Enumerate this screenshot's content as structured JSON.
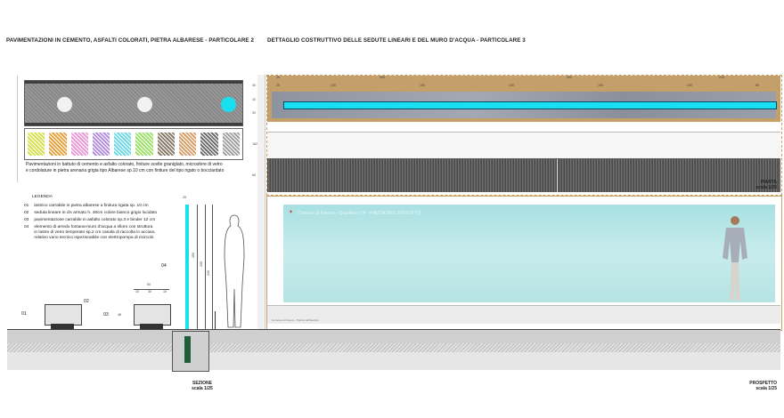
{
  "titles": {
    "left": "PAVIMENTAZIONI IN CEMENTO, ASFALTI  COLORATI, PIETRA ALBARESE - PARTICOLARE  2",
    "right": "DETTAGLIO COSTRUTTIVO DELLE SEDUTE LINEARI E DEL MURO D'ACQUA  -  PARTICOLARE  3"
  },
  "colors": {
    "cyan": "#19e0f0",
    "swatches": [
      "#d7e04e",
      "#e6a23f",
      "#ea9ad7",
      "#b38fe0",
      "#6fd9e6",
      "#9fe06a",
      "#8a7a6a",
      "#d7a06a",
      "#6e6e6e",
      "#a0a0a0"
    ]
  },
  "description": "Pavimentazioni in battuto di cemento e asfalto colorato, finiture scelte graniglato, microsfere di vetro\ne cordolature in pietra arenaria grigia tipo Albarese sp.10 cm con finiture del tipo rigato o bocciardato",
  "legend": {
    "title": "LEGENDA",
    "items": [
      {
        "num": "01",
        "text": "lastrico carrabile in pietra albarese a finitura rigata sp. 10 cm"
      },
      {
        "num": "02",
        "text": "seduta lineare in cls armato h. 48cm colore bianco grigio lucidato"
      },
      {
        "num": "03",
        "text": "pavimentazione carrabile in asfalto colorato sp.3 e binder 12 cm"
      },
      {
        "num": "04",
        "text": "elemento di arredo fontana-muro d'acqua a sfioro con struttura\nin lastre di vetro temperato sp.2 cm canala di raccolta in acciaio,\nrelativo vano tecnico ispezionabile con elettropompa di ricircolo"
      }
    ]
  },
  "section_labels": {
    "l01": "01",
    "l02": "02",
    "l03": "03",
    "l04": "04"
  },
  "section_dims": {
    "d50": "50",
    "d10a": "10",
    "d30": "30",
    "d10b": "10",
    "d48": "48",
    "d25": "25",
    "d150": "150",
    "d200": "200",
    "d230": "230"
  },
  "plan_dims": {
    "top": [
      "25",
      "300",
      "300",
      "215"
    ],
    "sub": [
      "25",
      "150",
      "150",
      "150",
      "150",
      "150",
      "65"
    ],
    "vertical": [
      "40",
      "10",
      "30",
      "182",
      "60"
    ]
  },
  "glass_text": {
    "main": "Comune di Firenze - Quartiere n°4  -  PIAZZA DELL'ISOLOTTO",
    "caption": "Comune di Firenze  -  Piazza dell'Isolotto"
  },
  "scales": {
    "pianta": {
      "name": "PIANTA",
      "scale": "scala 1/25"
    },
    "sezione": {
      "name": "SEZIONE",
      "scale": "scala 1/25"
    },
    "prospetto": {
      "name": "PROSPETTO",
      "scale": "scala 1/25"
    }
  }
}
